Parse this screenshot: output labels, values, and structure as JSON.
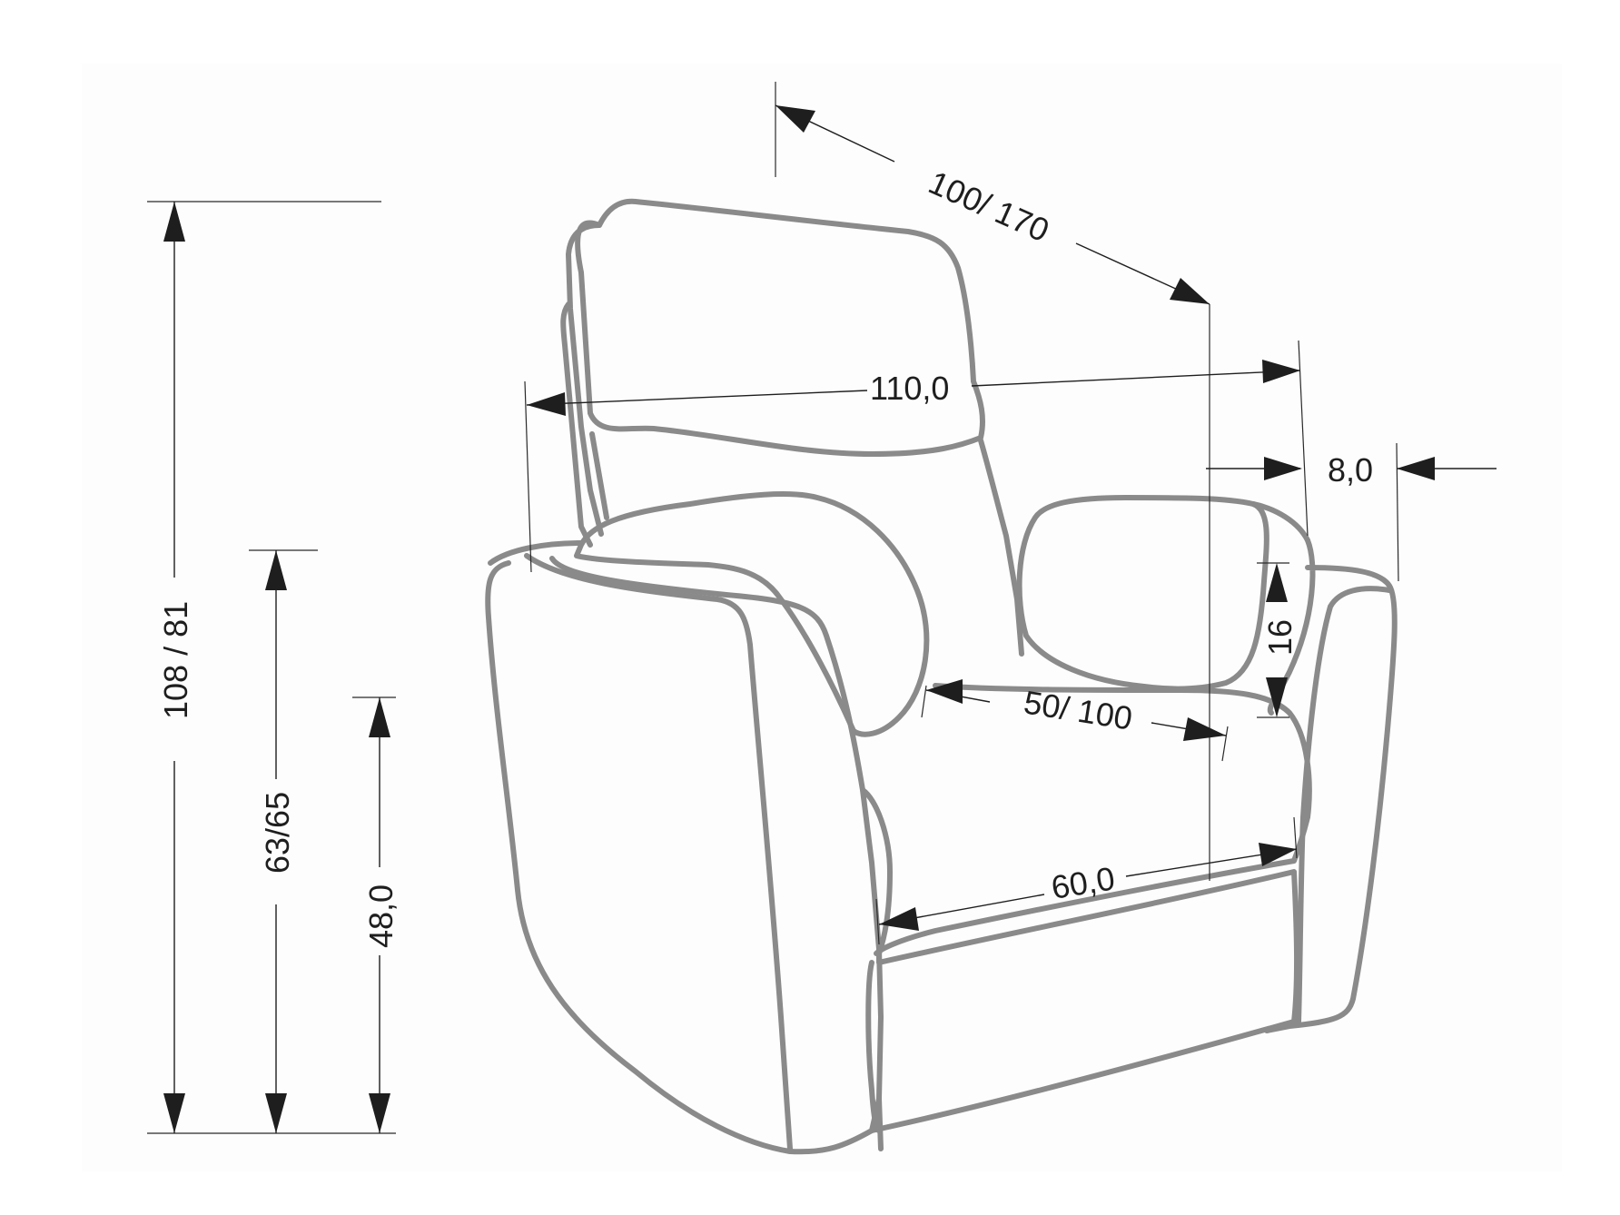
{
  "diagram": {
    "subject": "Recliner armchair dimension drawing",
    "colors": {
      "background": "#ffffff",
      "panel": "#fdfdfd",
      "chair_outline": "#8a8a8a",
      "dimension_lines": "#1e1e1e"
    },
    "dimensions": {
      "depth_closed_open": "100/  170",
      "overall_width": "110,0",
      "armrest_width": "8,0",
      "armrest_height_gap": "16",
      "seat_depth": "50/  100",
      "seat_width": "60,0",
      "overall_height": "108 /  81",
      "armrest_height": "63/65",
      "seat_height": "48,0"
    }
  }
}
